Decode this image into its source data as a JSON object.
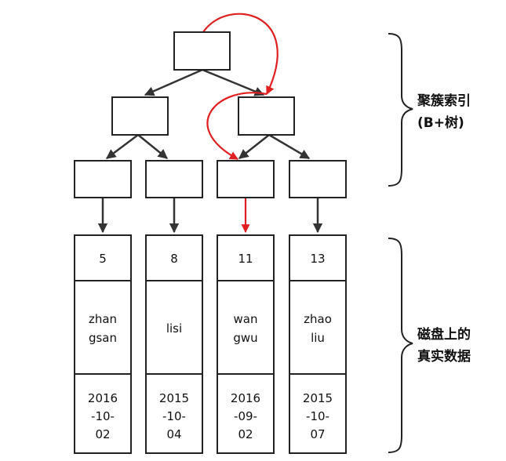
{
  "index_label": {
    "line1": "聚簇索引",
    "line2": "(B+树)"
  },
  "disk_label": {
    "line1": "磁盘上的",
    "line2": "真实数据"
  },
  "records": [
    {
      "id": "5",
      "name_line1": "zhan",
      "name_line2": "gsan",
      "date_line1": "2016",
      "date_line2": "-10-",
      "date_line3": "02"
    },
    {
      "id": "8",
      "name_line1": "lisi",
      "name_line2": "",
      "date_line1": "2015",
      "date_line2": "-10-",
      "date_line3": "04"
    },
    {
      "id": "11",
      "name_line1": "wan",
      "name_line2": "gwu",
      "date_line1": "2016",
      "date_line2": "-09-",
      "date_line3": "02"
    },
    {
      "id": "13",
      "name_line1": "zhao",
      "name_line2": "liu",
      "date_line1": "2015",
      "date_line2": "-10-",
      "date_line3": "07"
    }
  ],
  "colors": {
    "highlight_path": "#e02020",
    "edge": "#333333"
  }
}
